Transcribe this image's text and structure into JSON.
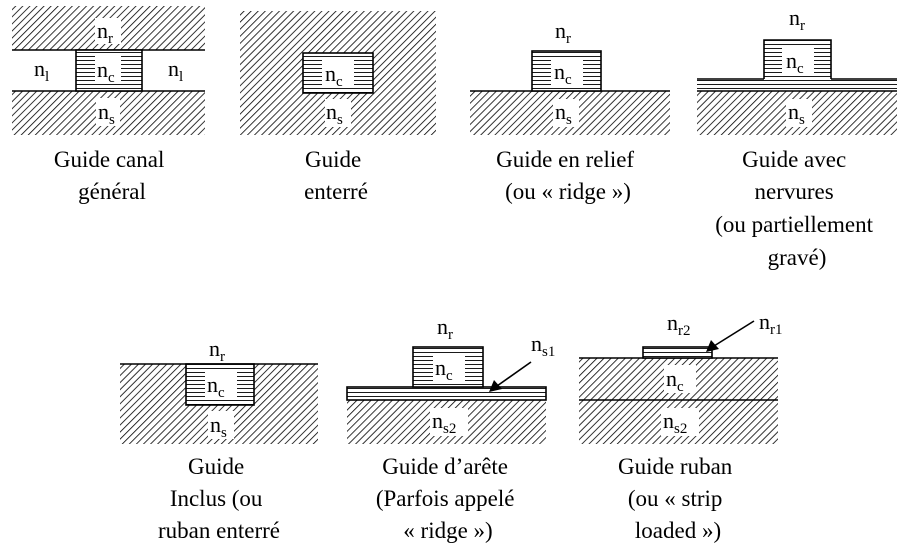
{
  "labels": {
    "nr": {
      "base": "n",
      "sub": "r"
    },
    "nc": {
      "base": "n",
      "sub": "c"
    },
    "ns": {
      "base": "n",
      "sub": "s"
    },
    "nl": {
      "base": "n",
      "sub": "l"
    },
    "ns1": {
      "base": "n",
      "sub": "s1"
    },
    "ns2": {
      "base": "n",
      "sub": "s2"
    },
    "nr1": {
      "base": "n",
      "sub": "r1"
    },
    "nr2": {
      "base": "n",
      "sub": "r2"
    }
  },
  "captions": {
    "canal": [
      "Guide canal",
      "général"
    ],
    "enterre": [
      "Guide",
      "enterré"
    ],
    "relief": [
      "Guide en relief",
      "(ou « ridge »)"
    ],
    "nervures": [
      "Guide avec",
      "nervures",
      "(ou partiellement",
      "gravé)"
    ],
    "inclus": [
      "Guide",
      "Inclus (ou",
      "ruban enterré"
    ],
    "arete": [
      "Guide d’arête",
      "(Parfois appelé",
      "« ridge »)"
    ],
    "ruban": [
      "Guide ruban",
      "(ou « strip",
      "loaded »)"
    ]
  }
}
